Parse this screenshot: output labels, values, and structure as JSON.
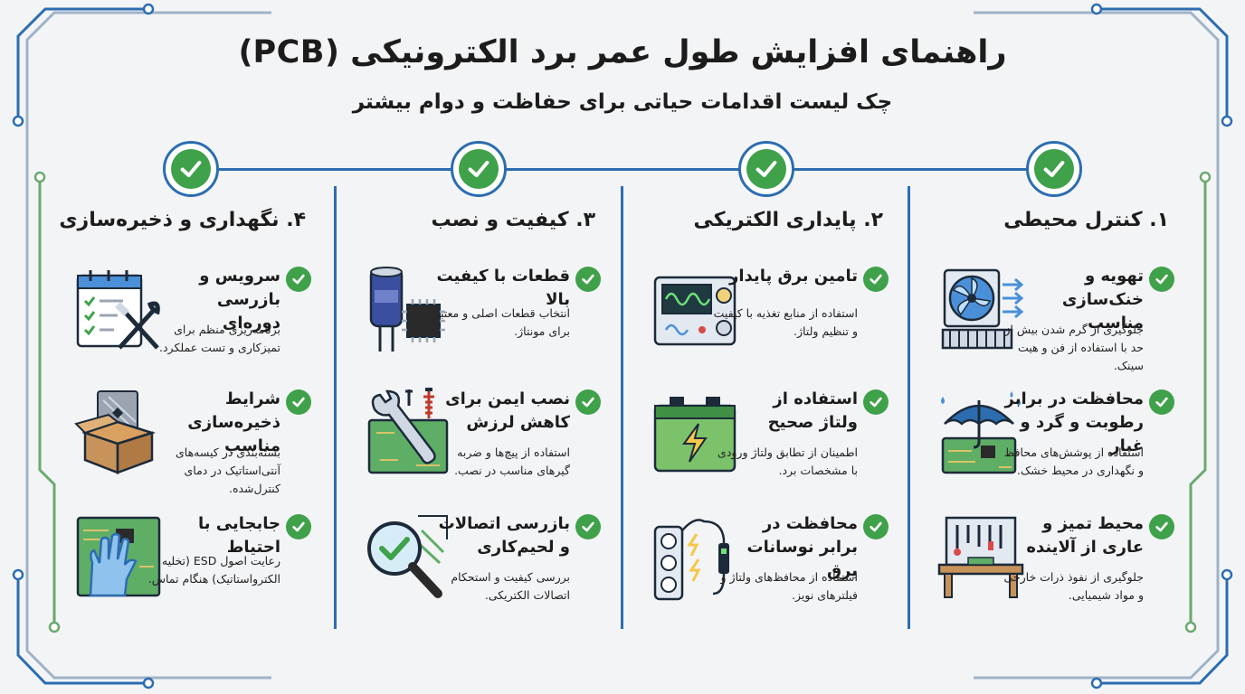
{
  "title": "راهنمای افزایش طول عمر برد الکترونیکی (PCB)",
  "subtitle": "چک لیست اقدامات حیاتی برای حفاظت و دوام بیشتر",
  "colors": {
    "accent": "#2c6db0",
    "check": "#3fa14a",
    "frame": "#9fb3c8",
    "trace_green": "#6aa96e"
  },
  "columns": [
    {
      "title": "۱. کنترل محیطی",
      "items": [
        {
          "title": "تهویه و خنک‌سازی مناسب",
          "desc": "جلوگیری از گرم شدن بیش از حد با استفاده از فن و هیت سینک.",
          "icon": "cooling-fan-heatsink-icon"
        },
        {
          "title": "محافظت در برابر رطوبت و گرد و غبار",
          "desc": "استفاده از پوشش‌های محافظ و نگهداری در محیط خشک.",
          "icon": "umbrella-board-icon"
        },
        {
          "title": "محیط تمیز و عاری از آلاینده",
          "desc": "جلوگیری از نفوذ ذرات خارجی و مواد شیمیایی.",
          "icon": "clean-workbench-icon"
        }
      ]
    },
    {
      "title": "۲. پایداری الکتریکی",
      "items": [
        {
          "title": "تامین برق پایدار",
          "desc": "استفاده از منابع تغذیه با کیفیت و تنظیم ولتاژ.",
          "icon": "power-supply-icon"
        },
        {
          "title": "استفاده از ولتاژ صحیح",
          "desc": "اطمینان از تطابق ولتاژ ورودی با مشخصات برد.",
          "icon": "battery-icon"
        },
        {
          "title": "محافظت در برابر نوسانات برق",
          "desc": "استفاده از محافظ‌های ولتاژ و فیلترهای نویز.",
          "icon": "surge-protector-icon"
        }
      ]
    },
    {
      "title": "۳. کیفیت و نصب",
      "items": [
        {
          "title": "قطعات با کیفیت بالا",
          "desc": "انتخاب قطعات اصلی و معتبر برای مونتاژ.",
          "icon": "capacitor-chip-icon"
        },
        {
          "title": "نصب ایمن برای کاهش لرزش",
          "desc": "استفاده از پیچ‌ها و ضربه گیرهای مناسب در نصب.",
          "icon": "wrench-screws-icon"
        },
        {
          "title": "بازرسی اتصالات و لحیم‌کاری",
          "desc": "بررسی کیفیت و استحکام اتصالات الکتریکی.",
          "icon": "magnifier-check-icon"
        }
      ]
    },
    {
      "title": "۴. نگهداری و ذخیره‌سازی",
      "items": [
        {
          "title": "سرویس و بازرسی دوره‌ای",
          "desc": "برنامه‌ریزی منظم برای تمیزکاری و تست عملکرد.",
          "icon": "calendar-tools-icon"
        },
        {
          "title": "شرایط ذخیره‌سازی مناسب",
          "desc": "بسته‌بندی در کیسه‌های آنتی‌استاتیک در دمای کنترل‌شده.",
          "icon": "antistatic-box-icon"
        },
        {
          "title": "جابجایی با احتیاط",
          "desc": "رعایت اصول ESD (تخلیه الکترواستاتیک) هنگام تماس.",
          "icon": "esd-gloves-icon"
        }
      ]
    }
  ]
}
